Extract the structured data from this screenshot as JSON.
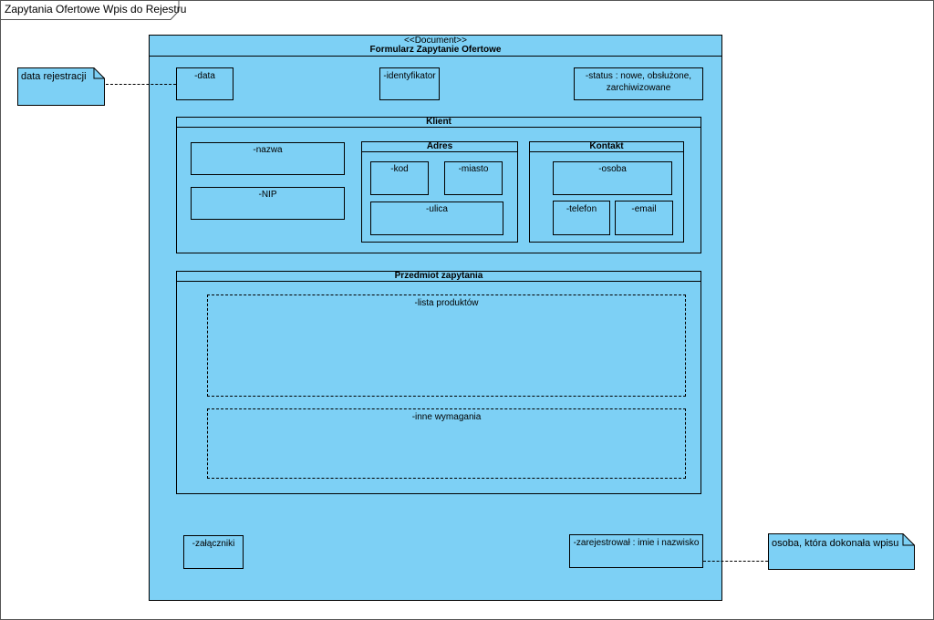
{
  "frame": {
    "title": "Zapytania Ofertowe Wpis do Rejestru"
  },
  "document": {
    "stereotype": "<<Document>>",
    "name": "Formularz Zapytanie Ofertowe",
    "fields": {
      "data": "-data",
      "identyfikator": "-identyfikator",
      "status": "-status : nowe, obsłużone,\nzarchiwizowane",
      "zalaczniki": "-załączniki",
      "zarejestrowal": "-zarejestrował : imie i nazwisko"
    },
    "klient": {
      "title": "Klient",
      "nazwa": "-nazwa",
      "nip": "-NIP",
      "adres": {
        "title": "Adres",
        "kod": "-kod",
        "miasto": "-miasto",
        "ulica": "-ulica"
      },
      "kontakt": {
        "title": "Kontakt",
        "osoba": "-osoba",
        "telefon": "-telefon",
        "email": "-email"
      }
    },
    "przedmiot": {
      "title": "Przedmiot zapytania",
      "lista": "-lista produktów",
      "inne": "-inne wymagania"
    }
  },
  "notes": {
    "data_rejestracji": "data rejestracji",
    "osoba": "osoba, która dokonała wpisu"
  },
  "colors": {
    "fill": "#7dd0f5",
    "stroke": "#000000"
  }
}
